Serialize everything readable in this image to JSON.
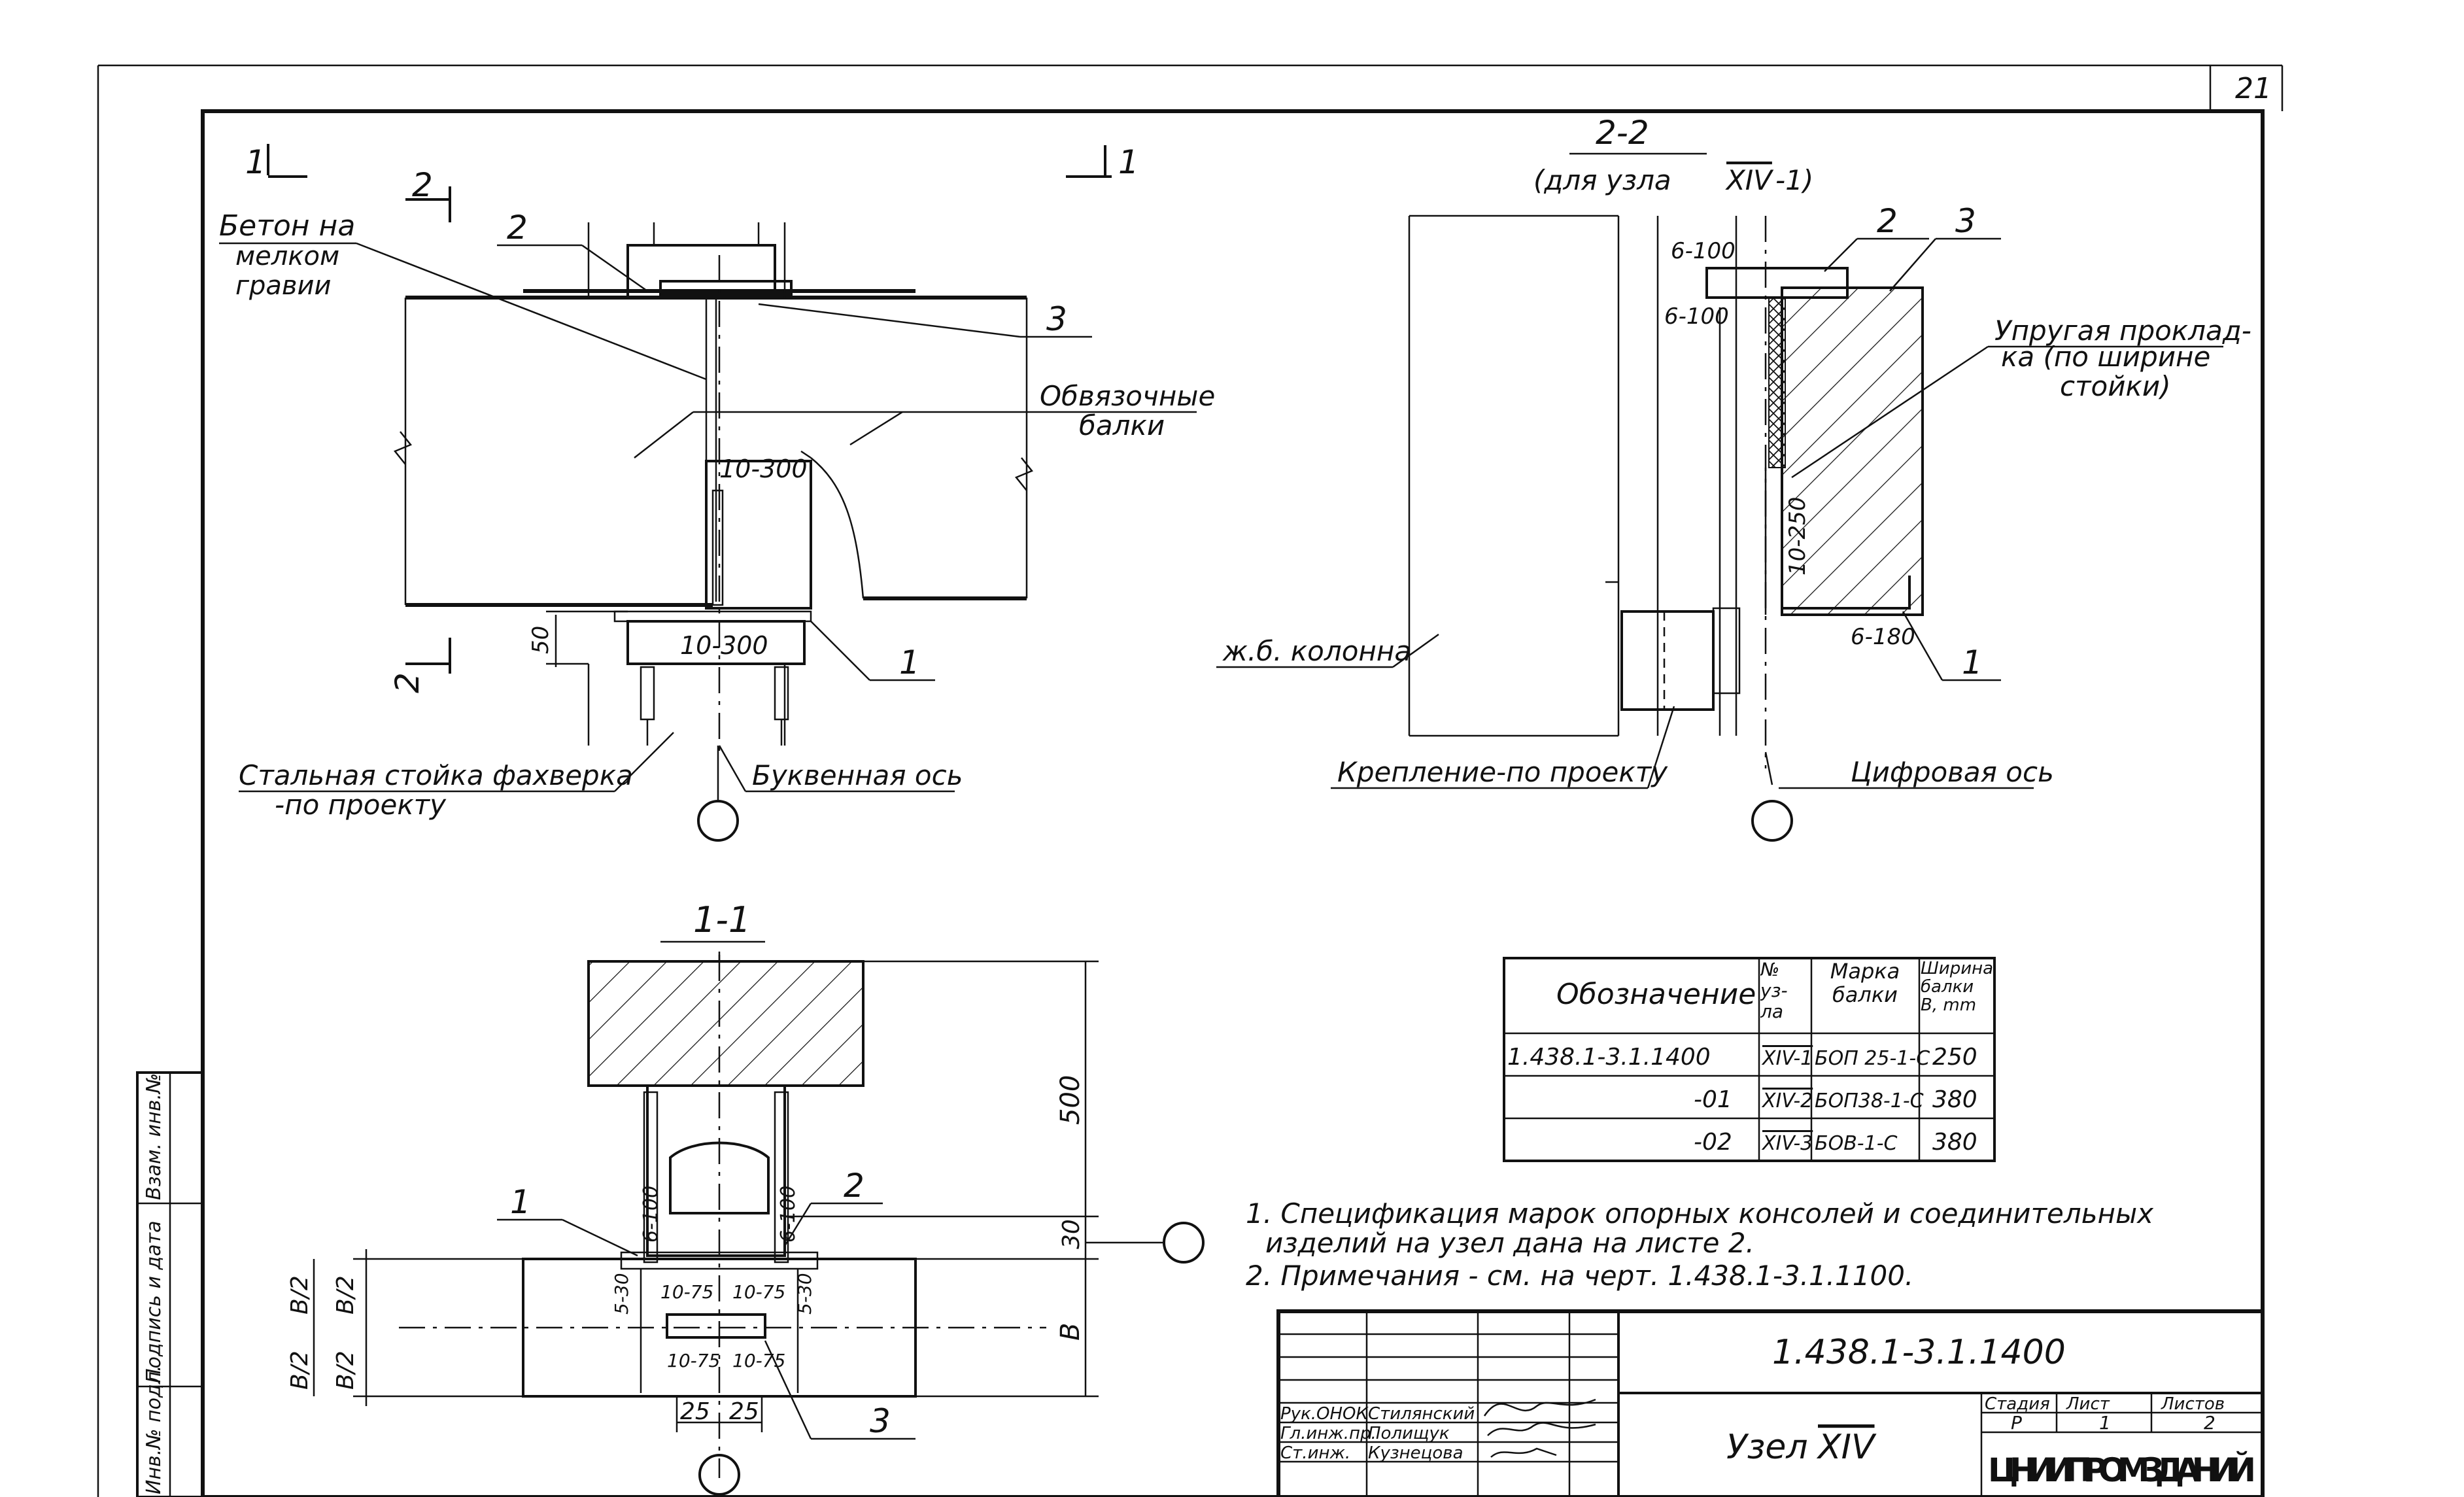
{
  "sheet_number": "21",
  "section_2_2": {
    "title": "2-2",
    "subtitle": "(для узла",
    "node_ref": "XIV",
    "node_suffix": "-1)"
  },
  "section_1_1": {
    "title": "1-1"
  },
  "markers": {
    "cut1": "1",
    "cut2": "2"
  },
  "plan_labels": {
    "concrete": [
      "Бетон на",
      "мелком",
      "гравии"
    ],
    "tie_beams": [
      "Обвязочные",
      "балки"
    ],
    "steel_post": [
      "Стальная стойка фахверка",
      "-по проекту"
    ],
    "letter_axis": "Буквенная ось",
    "dim_50": "50",
    "plate_top": "10-300",
    "plate_bottom": "10-300",
    "pos_1": "1",
    "pos_2": "2",
    "pos_3": "3"
  },
  "section22_labels": {
    "elastic_pad": [
      "Упругая проклад-",
      "ка (по ширине",
      "стойки)"
    ],
    "rc_column": "ж.б. колонна",
    "fastening": "Крепление-по проекту",
    "digit_axis": "Цифровая ось",
    "p1": "6-100",
    "p2": "6-100",
    "p3": "10-250",
    "p4": "6-180",
    "pos_1": "1",
    "pos_2": "2",
    "pos_3": "3"
  },
  "section11_labels": {
    "dim_500": "500",
    "dim_30": "30",
    "dim_B": "В",
    "b2_top": "В/2",
    "b2_bot": "В/2",
    "dim_25a": "25",
    "dim_25b": "25",
    "w1": "6-100",
    "w2": "6-100",
    "p_10_75_a": "10-75",
    "p_10_75_b": "10-75",
    "p_10_75_c": "10-75",
    "p_10_75_d": "10-75",
    "s1": "5-30",
    "s2": "5-30",
    "pos_1": "1",
    "pos_2": "2",
    "pos_3": "3"
  },
  "table": {
    "headers": [
      "Обозначение",
      "№ уз- ла",
      "Марка балки",
      "Ширина балки В, mm"
    ],
    "rows": [
      [
        "1.438.1-3.1.1400",
        "XIV-1",
        "БОП 25-1-С",
        "250"
      ],
      [
        "-01",
        "XIV-2",
        "БОП38-1-С",
        "380"
      ],
      [
        "-02",
        "XIV-3",
        "БОВ-1-С",
        "380"
      ]
    ]
  },
  "notes": [
    "1. Спецификация марок опорных консолей и соединительных",
    "изделий на узел дана на листе 2.",
    "2. Примечания - см. на черт. 1.438.1-3.1.1100."
  ],
  "side_stamp": {
    "col1": "Инв.№ подл.",
    "col2": "Подпись и дата",
    "col3": "Взам. инв.№"
  },
  "title_block": {
    "code": "1.438.1-3.1.1400",
    "name": "Узел",
    "node": "XIV",
    "people": [
      {
        "role": "Рук.ОНОК",
        "name": "Стилянский"
      },
      {
        "role": "Гл.инж.пр.",
        "name": "Полищук"
      },
      {
        "role": "Ст.инж.",
        "name": "Кузнецова"
      }
    ],
    "stage_header": "Стадия",
    "sheet_header": "Лист",
    "sheets_header": "Листов",
    "stage": "Р",
    "sheet": "1",
    "sheets": "2",
    "org": "ЦНИИПРОМЗДАНИЙ"
  }
}
